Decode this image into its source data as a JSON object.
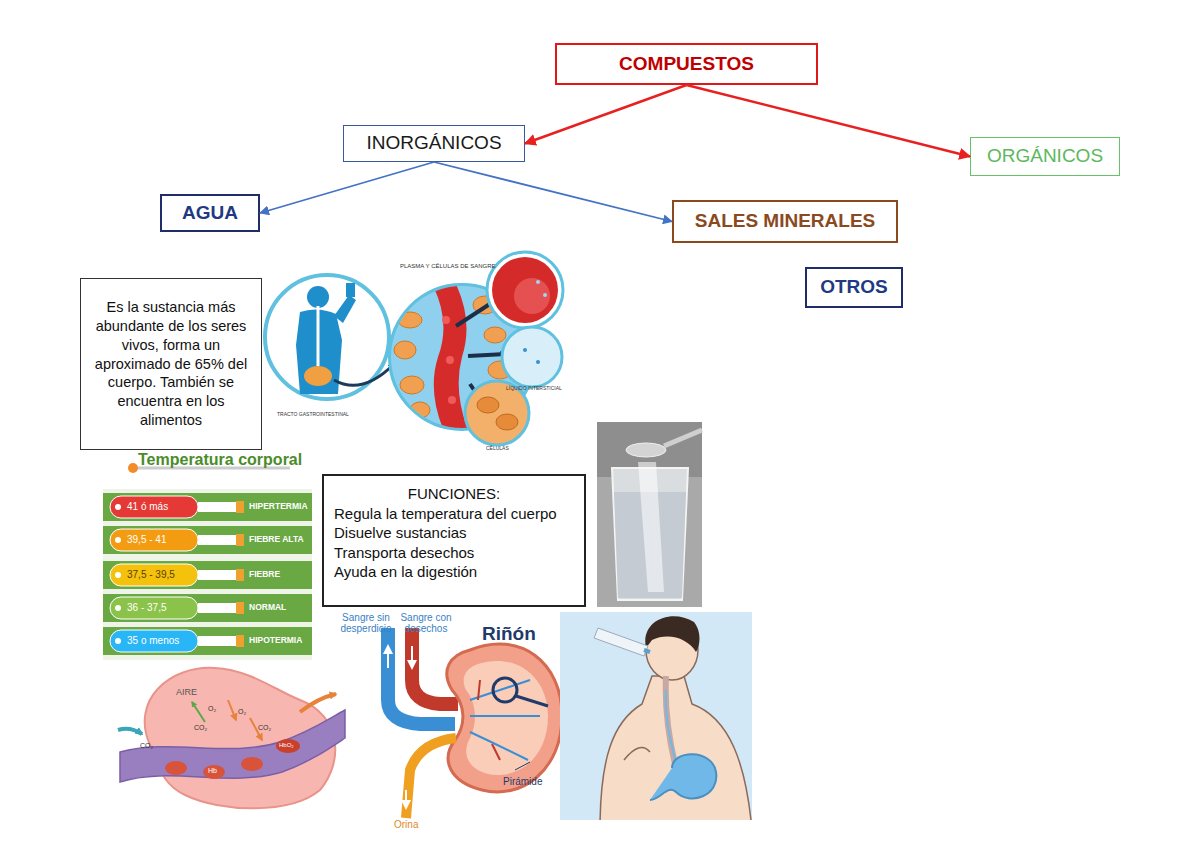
{
  "diagram": {
    "nodes": [
      {
        "text": [
          "COMPUESTOS"
        ]
      },
      {
        "text": [
          "INORGÁNICOS"
        ]
      },
      {
        "text": [
          "ORGÁNICOS"
        ]
      },
      {
        "text": [
          "AGUA"
        ]
      },
      {
        "text": [
          "SALES MINERALES"
        ]
      },
      {
        "text": [
          "OTROS"
        ]
      },
      {
        "text": [
          "Es la sustancia más abundante de los seres vivos, forma un aproximado de 65% del cuerpo. También se encuentra en los alimentos"
        ]
      },
      {
        "text": [
          "FUNCIONES:",
          "Regula la temperatura del cuerpo",
          "Disuelve sustancias",
          "Transporta desechos",
          "Ayuda en la digestión"
        ]
      }
    ],
    "edges": [
      {
        "from": 0,
        "to": 1,
        "arrow": "to"
      },
      {
        "from": 0,
        "to": 2,
        "arrow": "to"
      },
      {
        "from": 1,
        "to": 3,
        "arrow": "to"
      },
      {
        "from": 1,
        "to": 4,
        "arrow": "to"
      }
    ],
    "labels": [
      "PLASMA Y CÉLULAS DE SANGRE",
      "TRACTO GASTROINTESTINAL",
      "LÍQUIDO INTERSTICIAL",
      "CÉLULAS",
      "Temperatura corporal",
      "41 ó más",
      "HIPERTERMIA",
      "39,5 - 41",
      "FIEBRE ALTA",
      "37,5 - 39,5",
      "FIEBRE",
      "36 - 37,5",
      "NORMAL",
      "35 o menos",
      "HIPOTERMIA",
      "Sangre sin desperdicio",
      "Sangre con desechos",
      "Riñón",
      "Pirámide",
      "Orina",
      "AIRE",
      "O₂",
      "CO₂",
      "O₂",
      "CO₂",
      "CO₂",
      "Hb",
      "HbO₂"
    ]
  }
}
